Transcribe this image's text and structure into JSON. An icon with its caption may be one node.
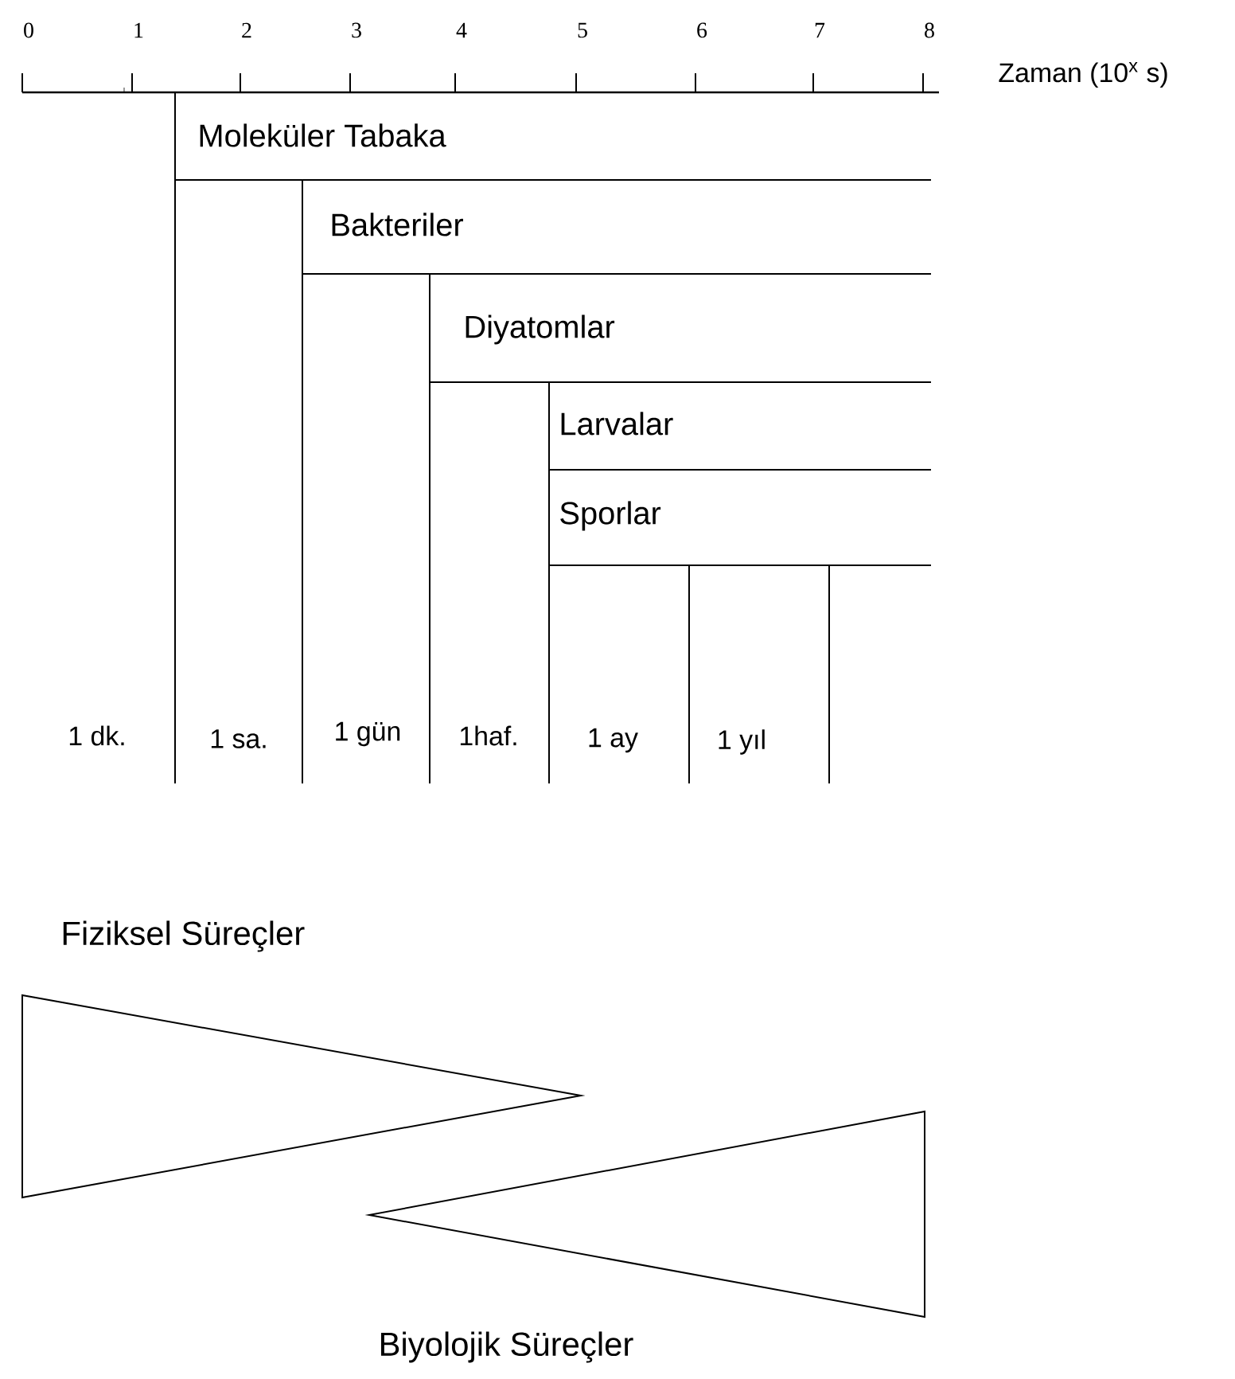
{
  "diagram": {
    "nodes": [
      {
        "text": [
          "Moleküler Tabaka"
        ]
      },
      {
        "text": [
          "Bakteriler"
        ]
      },
      {
        "text": [
          "Diyatomlar"
        ]
      },
      {
        "text": [
          "Larvalar"
        ]
      },
      {
        "text": [
          "Sporlar"
        ]
      },
      {
        "text": [
          "Fiziksel Süreçler"
        ]
      },
      {
        "text": [
          "Biyolojik Süreçler"
        ]
      }
    ],
    "edges": [],
    "labels": [
      "0",
      "1",
      "2",
      "3",
      "4",
      "5",
      "6",
      "7",
      "8",
      "Zaman (10$^{x}$ s)",
      "1 dk.",
      "1 sa.",
      "1 gün",
      "1haf.",
      "1 ay",
      "1 yıl"
    ]
  }
}
